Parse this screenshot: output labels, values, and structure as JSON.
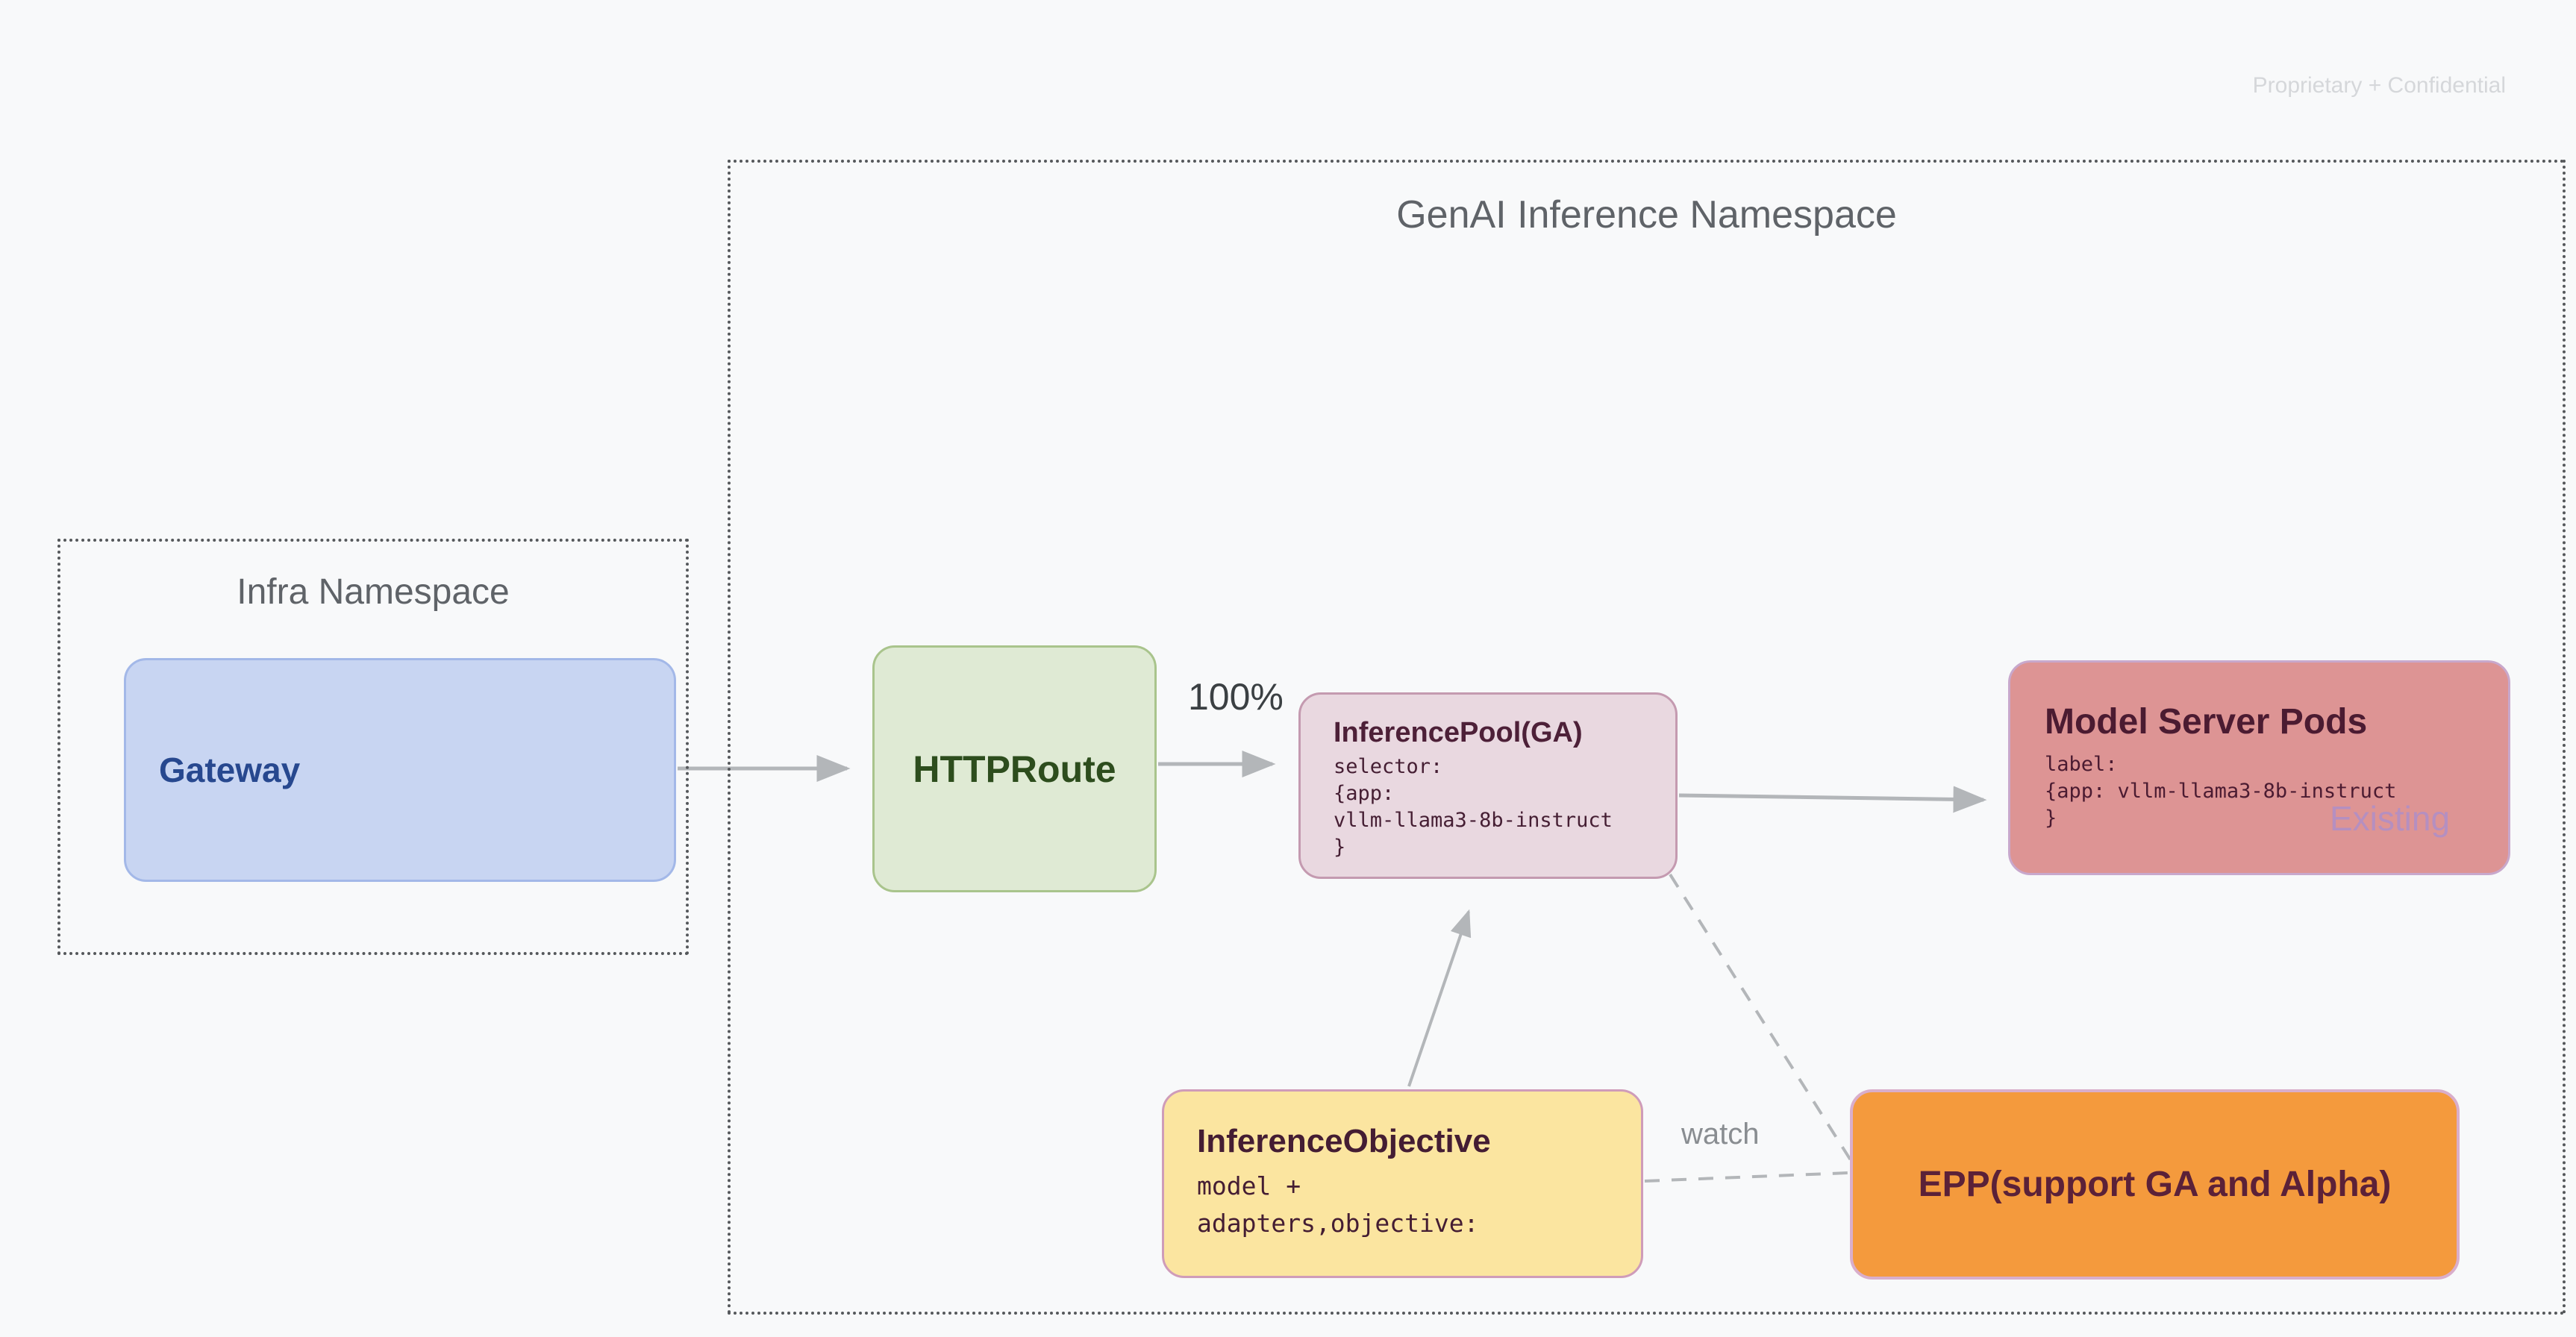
{
  "watermark": "Proprietary + Confidential",
  "namespaces": {
    "genai": {
      "title": "GenAI Inference Namespace"
    },
    "infra": {
      "title": "Infra Namespace"
    }
  },
  "nodes": {
    "gateway": {
      "label": "Gateway",
      "fill": "#c8d5f2",
      "border": "#a3b8e8",
      "text_color": "#27488f"
    },
    "httproute": {
      "label": "HTTPRoute",
      "fill": "#dfead4",
      "border": "#a9c48c",
      "text_color": "#2d4d1d"
    },
    "inference_pool": {
      "title": "InferencePool(GA)",
      "body_lines": [
        "selector:",
        "{app:",
        "vllm-llama3-8b-instruct",
        "}"
      ],
      "fill": "#e9d8e0",
      "border": "#c49ab0",
      "text_color": "#4d2038"
    },
    "model_server_pods": {
      "title": "Model Server Pods",
      "body_lines": [
        "label:",
        "{app: vllm-llama3-8b-instruct",
        "}"
      ],
      "status_watermark": "Existing",
      "fill": "#dd9494",
      "border": "#c8a8cc",
      "text_color": "#4b1b31"
    },
    "inference_objective": {
      "title": "InferenceObjective",
      "body_lines": [
        "model +",
        "adapters,objective:"
      ],
      "fill": "#fbe5a0",
      "border": "#cf9cb9",
      "text_color": "#441d33"
    },
    "epp": {
      "label": "EPP(support GA and Alpha)",
      "fill": "#f49a3d",
      "border": "#d9aecb",
      "text_color": "#5b2138"
    }
  },
  "edge_labels": {
    "traffic_split": "100%",
    "watch": "watch"
  },
  "line_colors": {
    "connector": "#b3b6b9",
    "namespace_border": "#55585b"
  }
}
